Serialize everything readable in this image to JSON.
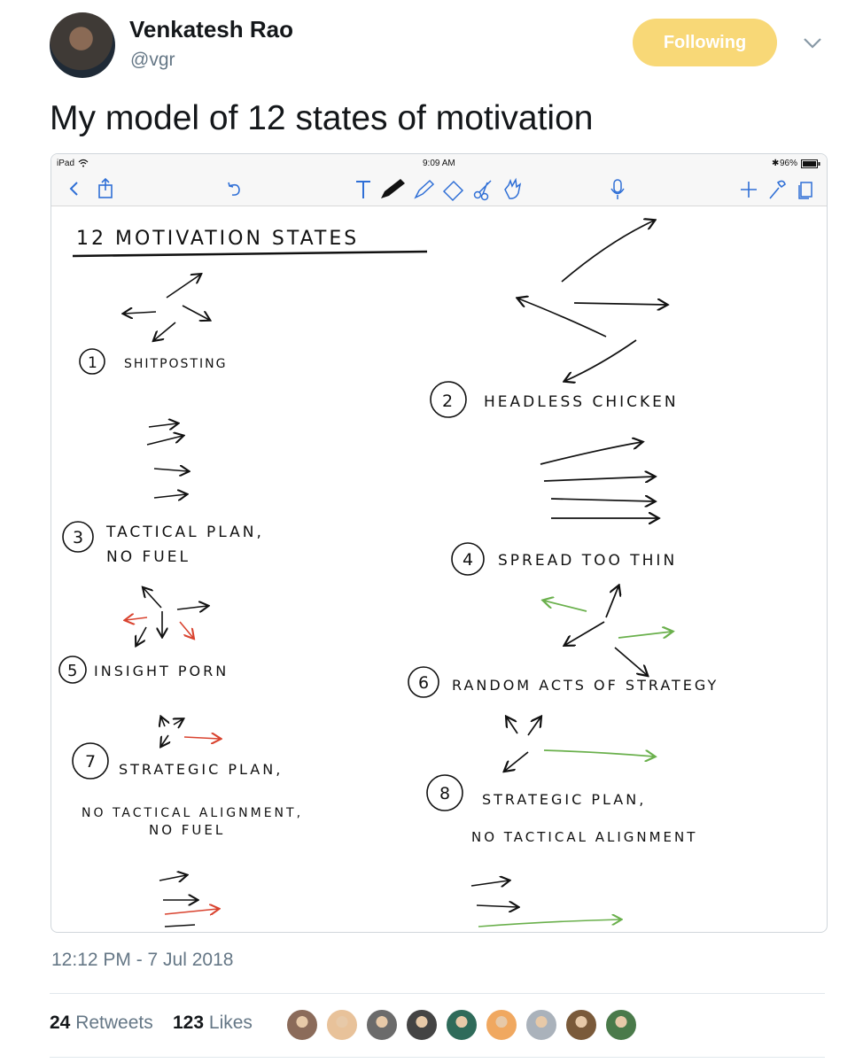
{
  "author": {
    "name": "Venkatesh Rao",
    "handle": "@vgr"
  },
  "follow_button": {
    "label": "Following",
    "color": "#f8d877"
  },
  "tweet": {
    "text": "My model of 12 states of motivation"
  },
  "media": {
    "status_bar": {
      "device": "iPad",
      "time": "9:09 AM",
      "battery": "96%"
    },
    "toolbar_icons": [
      "back-icon",
      "share-icon",
      "undo-icon",
      "text-tool-icon",
      "pen-icon",
      "highlighter-icon",
      "eraser-icon",
      "scissors-icon",
      "hand-icon",
      "microphone-icon",
      "add-icon",
      "wrench-icon",
      "pages-icon"
    ],
    "sketch": {
      "title": "12 MOTIVATION STATES",
      "states": [
        {
          "number": "1",
          "lines": [
            "SHITPOSTING"
          ]
        },
        {
          "number": "2",
          "lines": [
            "HEADLESS CHICKEN"
          ]
        },
        {
          "number": "3",
          "lines": [
            "TACTICAL PLAN,",
            "NO FUEL"
          ]
        },
        {
          "number": "4",
          "lines": [
            "SPREAD TOO THIN"
          ]
        },
        {
          "number": "5",
          "lines": [
            "INSIGHT PORN"
          ]
        },
        {
          "number": "6",
          "lines": [
            "RANDOM ACTS OF STRATEGY"
          ]
        },
        {
          "number": "7",
          "lines": [
            "STRATEGIC PLAN,",
            "NO TACTICAL ALIGNMENT,",
            "NO FUEL"
          ]
        },
        {
          "number": "8",
          "lines": [
            "STRATEGIC PLAN,",
            "NO TACTICAL ALIGNMENT"
          ]
        }
      ],
      "ink_colors": {
        "black": "#111111",
        "red": "#d9432f",
        "green": "#6ab04c"
      }
    }
  },
  "timestamp": "12:12 PM - 7 Jul 2018",
  "stats": {
    "retweets": {
      "count": "24",
      "label": "Retweets"
    },
    "likes": {
      "count": "123",
      "label": "Likes"
    }
  },
  "likers": [
    {
      "name": "liker-avatar",
      "color": "#8b6b5a"
    },
    {
      "name": "liker-avatar",
      "color": "#e8c29a"
    },
    {
      "name": "liker-avatar",
      "color": "#6b6b6b"
    },
    {
      "name": "liker-avatar",
      "color": "#444444"
    },
    {
      "name": "liker-avatar",
      "color": "#2f6b5a"
    },
    {
      "name": "liker-avatar",
      "color": "#f0a860"
    },
    {
      "name": "liker-avatar",
      "color": "#aab2bb"
    },
    {
      "name": "liker-avatar",
      "color": "#7a5a3a"
    },
    {
      "name": "liker-avatar",
      "color": "#4a7a4a"
    }
  ]
}
